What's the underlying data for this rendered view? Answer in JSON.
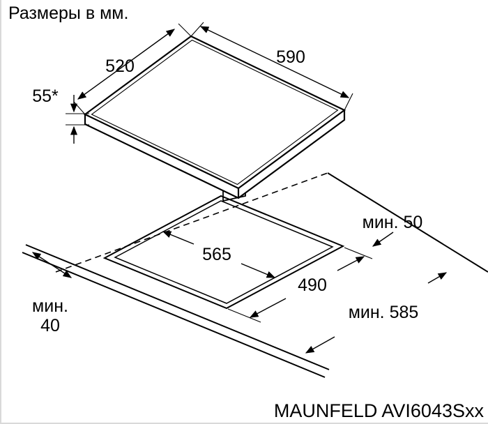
{
  "title": "Размеры в мм.",
  "model": "MAUNFELD AVI6043Sxx",
  "dimensions": {
    "hob_width": "590",
    "hob_depth": "520",
    "hob_height": "55*",
    "cutout_width": "565",
    "cutout_depth": "490",
    "min_rear_clearance": "мин. 50",
    "min_front_clearance_word": "мин.",
    "min_front_clearance_value": "40",
    "min_counter_depth": "мин. 585"
  }
}
